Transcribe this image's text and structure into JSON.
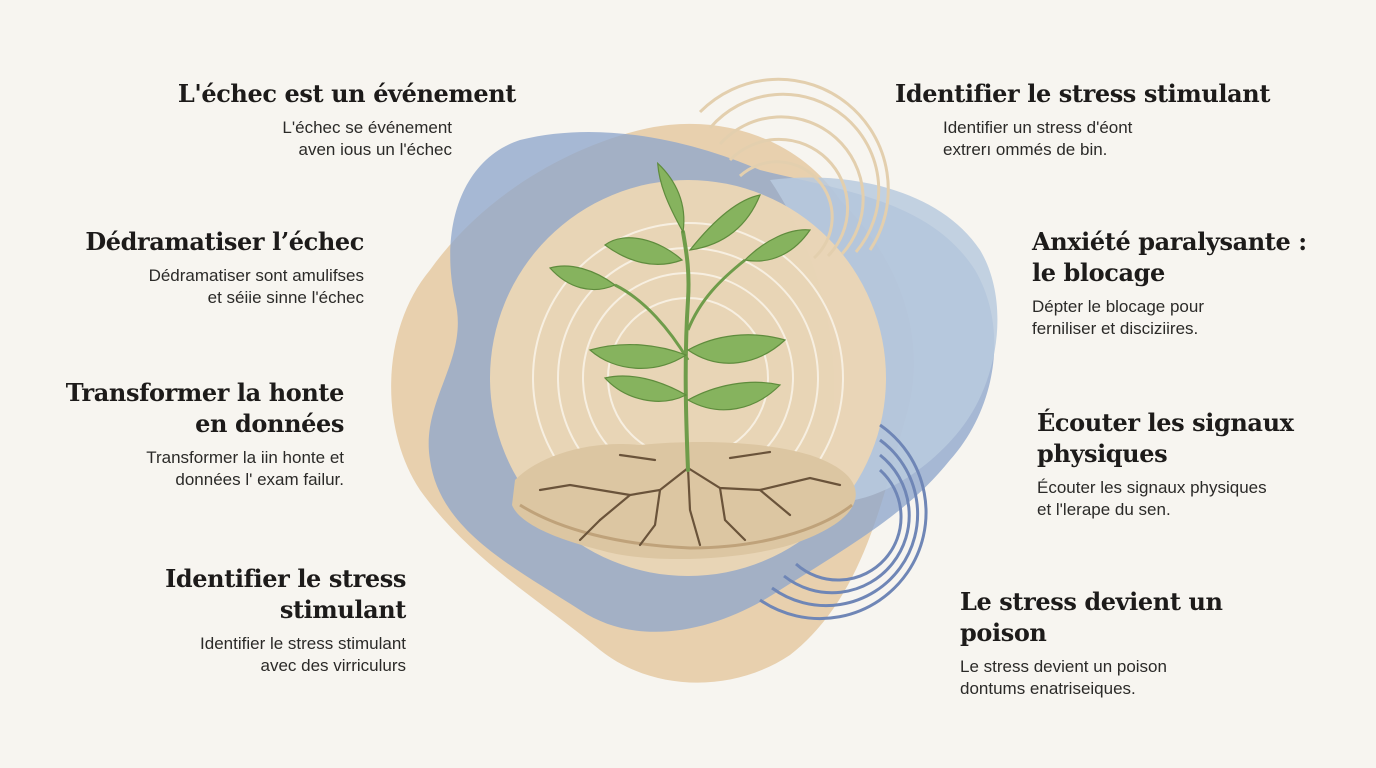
{
  "colors": {
    "background": "#f7f5f0",
    "sand": "#e7ceaa",
    "blue": "#8fa7cc",
    "light_blue": "#b3c5dc",
    "ring_sand": "#e3cfae",
    "ring_blue": "#6f86b6",
    "leaf": "#7fae58",
    "soil": "#dcc6a2"
  },
  "center": {
    "illustration": "seedling-in-cracked-soil"
  },
  "left": [
    {
      "title": "L'échec est un événement",
      "text": [
        "L'échec se événement",
        "aven ious un l'échec"
      ]
    },
    {
      "title": "Dédramatiser l’échec",
      "text": [
        "Dédramatiser sont amulifses",
        "et séiie sinne l'échec"
      ]
    },
    {
      "title": [
        "Transformer la honte",
        "en données"
      ],
      "text": [
        "Transformer la iin honte et",
        "données l' exam failur."
      ]
    },
    {
      "title": [
        "Identifier le stress",
        "stimulant"
      ],
      "text": [
        "Identifier le stress stimulant",
        "avec des virriculurs"
      ]
    }
  ],
  "right": [
    {
      "title": "Identifier le stress stimulant",
      "text": [
        "Identifier un stress d'éont",
        "extrerı ommés de bin."
      ]
    },
    {
      "title": [
        "Anxiété paralysante :",
        "le blocage"
      ],
      "text": [
        "Dépter le blocage pour",
        "ferniliser et disciziires."
      ]
    },
    {
      "title": [
        "Écouter les signaux",
        "physiques"
      ],
      "text": [
        "Écouter les signaux physiques",
        "et l'lerape du sen."
      ]
    },
    {
      "title": [
        "Le stress devient un",
        "poison"
      ],
      "text": [
        "Le stress devient un poison",
        "dontums enatriseiques."
      ]
    }
  ]
}
